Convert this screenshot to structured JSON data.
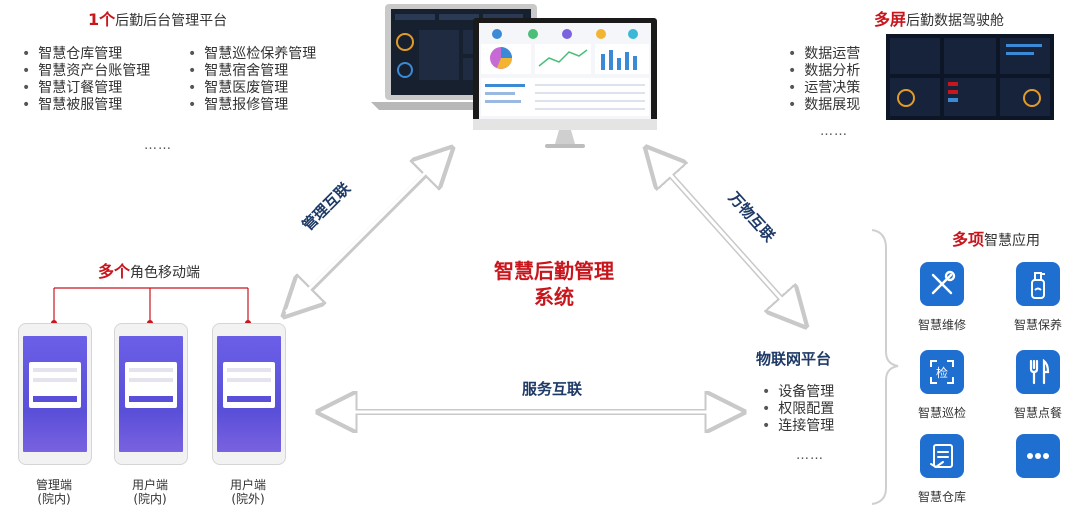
{
  "backend": {
    "highlight": "1个",
    "title": "后勤后台管理平台",
    "col1": [
      "智慧仓库管理",
      "智慧资产台账管理",
      "智慧订餐管理",
      "智慧被服管理"
    ],
    "col2": [
      "智慧巡检保养管理",
      "智慧宿舍管理",
      "智慧医废管理",
      "智慧报修管理"
    ],
    "more": "……"
  },
  "cockpit": {
    "highlight": "多屏",
    "title": "后勤数据驾驶舱",
    "items": [
      "数据运营",
      "数据分析",
      "运营决策",
      "数据展现"
    ],
    "more": "……"
  },
  "mobile": {
    "highlight": "多个",
    "title": "角色移动端",
    "phones": [
      {
        "line1": "管理端",
        "line2": "(院内)"
      },
      {
        "line1": "用户端",
        "line2": "(院内)"
      },
      {
        "line1": "用户端",
        "line2": "(院外)"
      }
    ]
  },
  "center": {
    "line1": "智慧后勤管理",
    "line2": "系统"
  },
  "links": {
    "management": "管理互联",
    "iot": "万物互联",
    "service": "服务互联"
  },
  "iot_platform": {
    "title": "物联网平台",
    "items": [
      "设备管理",
      "权限配置",
      "连接管理"
    ],
    "more": "……"
  },
  "apps": {
    "highlight": "多项",
    "title": "智慧应用",
    "items": [
      {
        "label": "智慧维修",
        "icon": "wrench-screwdriver-icon"
      },
      {
        "label": "智慧保养",
        "icon": "bottle-icon"
      },
      {
        "label": "智慧巡检",
        "icon": "inspection-scan-icon",
        "glyph": "检"
      },
      {
        "label": "智慧点餐",
        "icon": "cutlery-icon"
      },
      {
        "label": "智慧仓库",
        "icon": "warehouse-clipboard-icon"
      },
      {
        "label": "",
        "icon": "more-dots-icon"
      }
    ]
  },
  "colors": {
    "accent_red": "#c8161d",
    "navy": "#1e3a66",
    "app_blue": "#1f6fd1"
  }
}
